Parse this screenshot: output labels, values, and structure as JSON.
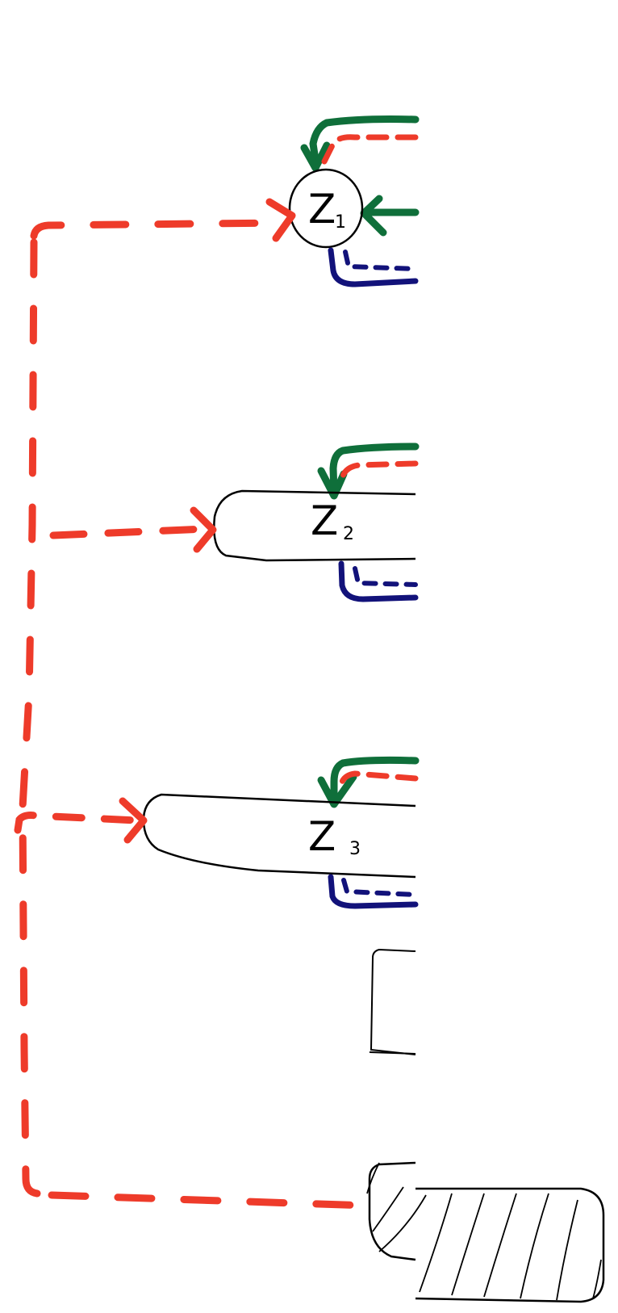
{
  "diagram": {
    "nodes": [
      {
        "id": "z1",
        "label": "Z",
        "subscript": "1"
      },
      {
        "id": "z2",
        "label": "Z",
        "subscript": "2"
      },
      {
        "id": "z3",
        "label": "Z",
        "subscript": "3"
      }
    ],
    "colors": {
      "feed_dashed": "#ee3b2a",
      "green_arrow": "#0f6f3a",
      "blue_dashed": "#12127a",
      "ink": "#000000",
      "background": "#ffffff"
    }
  }
}
